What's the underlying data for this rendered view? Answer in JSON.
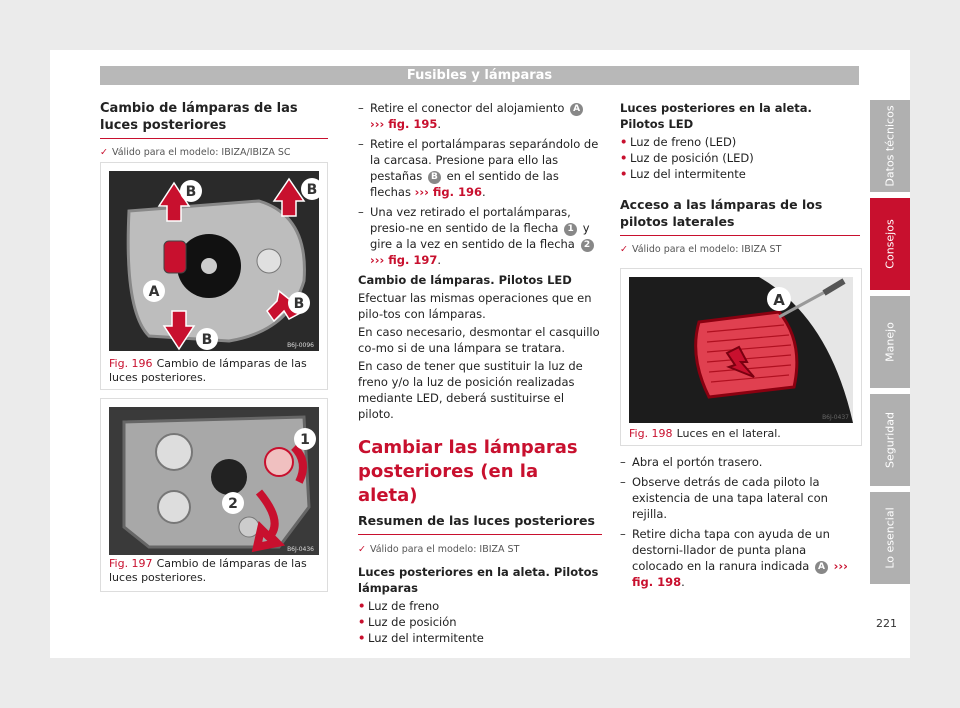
{
  "header": {
    "title": "Fusibles y lámparas"
  },
  "side_tabs": [
    {
      "label": "Datos técnicos",
      "active": false
    },
    {
      "label": "Consejos",
      "active": true
    },
    {
      "label": "Manejo",
      "active": false
    },
    {
      "label": "Seguridad",
      "active": false
    },
    {
      "label": "Lo esencial",
      "active": false
    }
  ],
  "page_number": "221",
  "colors": {
    "accent": "#c8102e",
    "tab": "#b0b0b0"
  },
  "col1": {
    "title": "Cambio de lámparas de las luces posteriores",
    "valid": "Válido para el modelo: IBIZA/IBIZA SC",
    "fig196": {
      "num": "Fig. 196",
      "caption": "Cambio de lámparas de las luces posteriores.",
      "code": "B6J-0096",
      "labels": [
        "B",
        "B",
        "A",
        "B",
        "B"
      ]
    },
    "fig197": {
      "num": "Fig. 197",
      "caption": "Cambio de lámparas de las luces posteriores.",
      "code": "B6J-0436",
      "labels": [
        "1",
        "2"
      ]
    }
  },
  "col2": {
    "step1_a": "Retire el conector del alojamiento",
    "step1_ref_letter": "A",
    "step1_fig": "››› fig. 195",
    "step2_a": "Retire el portalámparas separándolo de la carcasa. Presione para ello las pestañas",
    "step2_ref_letter": "B",
    "step2_b": "en el sentido de las flechas",
    "step2_fig": "››› fig. 196",
    "step3_a": "Una vez retirado el portalámparas, presio-ne en sentido de la flecha",
    "step3_num1": "1",
    "step3_b": "y gire a la vez en sentido de la flecha",
    "step3_num2": "2",
    "step3_fig": "››› fig. 197",
    "led_heading": "Cambio de lámparas. Pilotos LED",
    "para1": "Efectuar las mismas operaciones que en pilo-tos con lámparas.",
    "para2": "En caso necesario, desmontar el casquillo co-mo si de una lámpara se tratara.",
    "para3": "En caso de tener que sustituir la luz de freno y/o la luz de posición realizadas mediante LED, deberá sustituirse el piloto.",
    "big_title": "Cambiar las lámparas posteriores (en la aleta)",
    "subtitle": "Resumen de las luces posteriores",
    "valid": "Válido para el modelo: IBIZA ST",
    "list_heading": "Luces posteriores en la aleta. Pilotos lámparas",
    "list": [
      "Luz de freno",
      "Luz de posición",
      "Luz del intermitente"
    ]
  },
  "col3": {
    "led_heading": "Luces posteriores en la aleta. Pilotos LED",
    "led_list": [
      "Luz de freno (LED)",
      "Luz de posición (LED)",
      "Luz del intermitente"
    ],
    "title": "Acceso a las lámparas de los pilotos laterales",
    "valid": "Válido para el modelo: IBIZA ST",
    "fig198": {
      "num": "Fig. 198",
      "caption": "Luces en el lateral.",
      "code": "B6J-0437",
      "label": "A"
    },
    "step1": "Abra el portón trasero.",
    "step2": "Observe detrás de cada piloto la existencia de una tapa lateral con rejilla.",
    "step3_a": "Retire dicha tapa con ayuda de un destorni-llador de punta plana colocado en la ranura indicada",
    "step3_ref": "A",
    "step3_fig": "››› fig. 198"
  }
}
